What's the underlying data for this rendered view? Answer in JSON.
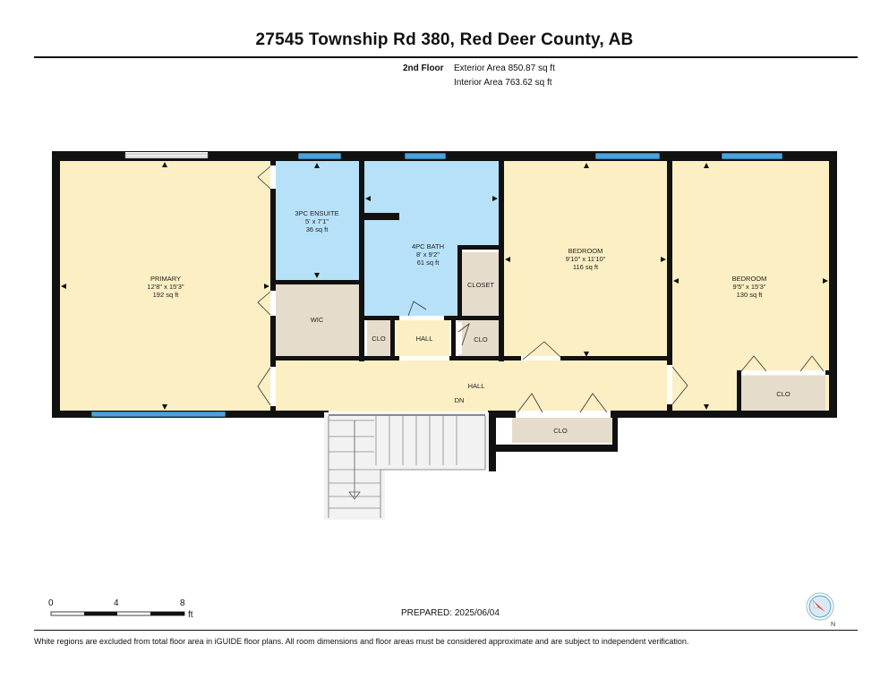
{
  "header": {
    "address": "27545 Township Rd 380, Red Deer County, AB",
    "floor": "2nd Floor",
    "exterior_area": "Exterior Area 850.87 sq ft",
    "interior_area": "Interior Area 763.62 sq ft"
  },
  "rooms": {
    "primary": {
      "name": "PRIMARY",
      "dims": "12'8\" x 15'3\"",
      "area": "192 sq ft"
    },
    "ensuite": {
      "name": "3PC ENSUITE",
      "dims": "5' x 7'1\"",
      "area": "36 sq ft"
    },
    "bath": {
      "name": "4PC BATH",
      "dims": "8' x 9'2\"",
      "area": "61 sq ft"
    },
    "bedroom1": {
      "name": "BEDROOM",
      "dims": "9'10\" x 11'10\"",
      "area": "116 sq ft"
    },
    "bedroom2": {
      "name": "BEDROOM",
      "dims": "9'5\" x 15'3\"",
      "area": "130 sq ft"
    },
    "wic": "WIC",
    "closet": "CLOSET",
    "clo_left": "CLO",
    "clo_mid": "CLO",
    "hall_small": "HALL",
    "hall_main": "HALL",
    "stairs_dn": "DN",
    "clo_bottom": "CLO",
    "clo_right": "CLO"
  },
  "colors": {
    "bedroom_fill": "#fbefc3",
    "bath_fill": "#b7e1f8",
    "closet_fill": "#e6dccc",
    "wall": "#111111",
    "window": "#4aa3dc"
  },
  "scale": {
    "ticks": [
      "0",
      "4",
      "8"
    ],
    "unit": "ft"
  },
  "compass_label": "N",
  "prepared": "PREPARED: 2025/06/04",
  "footnote": "White regions are excluded from total floor area in iGUIDE floor plans. All room dimensions and floor areas must be considered approximate and are subject to independent verification."
}
